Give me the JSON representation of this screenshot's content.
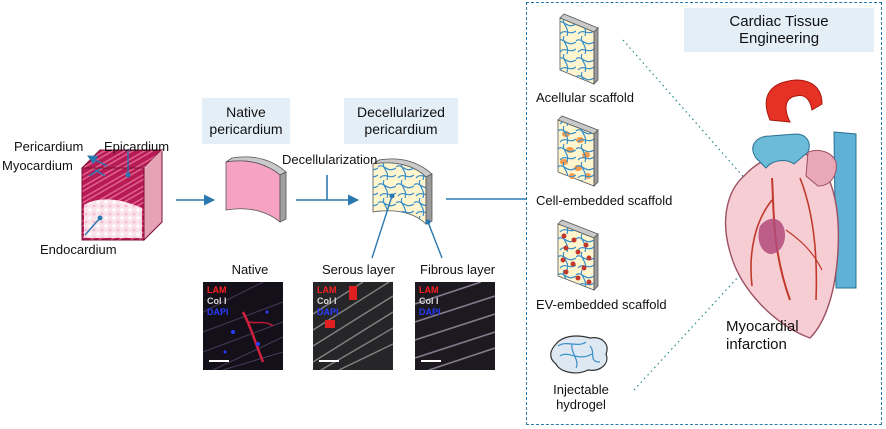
{
  "heart_wall": {
    "pericardium": "Pericardium",
    "epicardium": "Epicardium",
    "myocardium": "Myocardium",
    "endocardium": "Endocardium"
  },
  "native": {
    "title": "Native\npericardium",
    "micro_label": "Native"
  },
  "process": {
    "step": "Decellularization"
  },
  "decell": {
    "title": "Decellularized\npericardium",
    "serous": "Serous layer",
    "fibrous": "Fibrous layer"
  },
  "legend": {
    "lam": "LAM",
    "col": "Col I",
    "dapi": "DAPI"
  },
  "cte": {
    "title": "Cardiac Tissue\nEngineering",
    "acellular": "Acellular scaffold",
    "cell": "Cell-embedded scaffold",
    "ev": "EV-embedded scaffold",
    "hydrogel": "Injectable\nhydrogel",
    "mi": "Myocardial\ninfarction"
  },
  "colors": {
    "arrow": "#2a78b0",
    "title_box": "#e4eef7",
    "tissue_pink": "#f5a9c4",
    "myocardium": "#c2185b",
    "scaffold_bg": "#fff6d0",
    "fiber": "#3a8fc8",
    "cell_orange": "#f59a4a",
    "ev_red": "#c0392b"
  }
}
